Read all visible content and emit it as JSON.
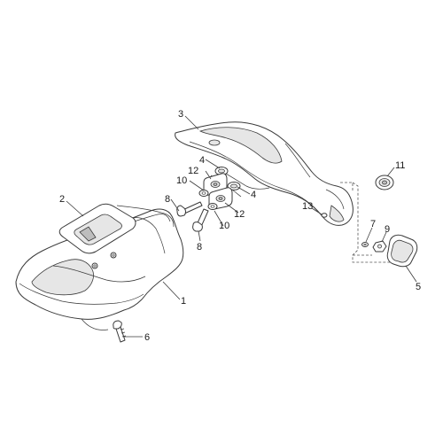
{
  "callouts": {
    "c1": "1",
    "c2": "2",
    "c3": "3",
    "c4a": "4",
    "c4b": "4",
    "c5": "5",
    "c6": "6",
    "c7": "7",
    "c8a": "8",
    "c8b": "8",
    "c9": "9",
    "c10a": "10",
    "c10b": "10",
    "c11": "11",
    "c12a": "12",
    "c12b": "12",
    "c13": "13"
  },
  "colors": {
    "line": "#3a3a3a",
    "background": "#ffffff",
    "shade": "#e6e6e6"
  }
}
